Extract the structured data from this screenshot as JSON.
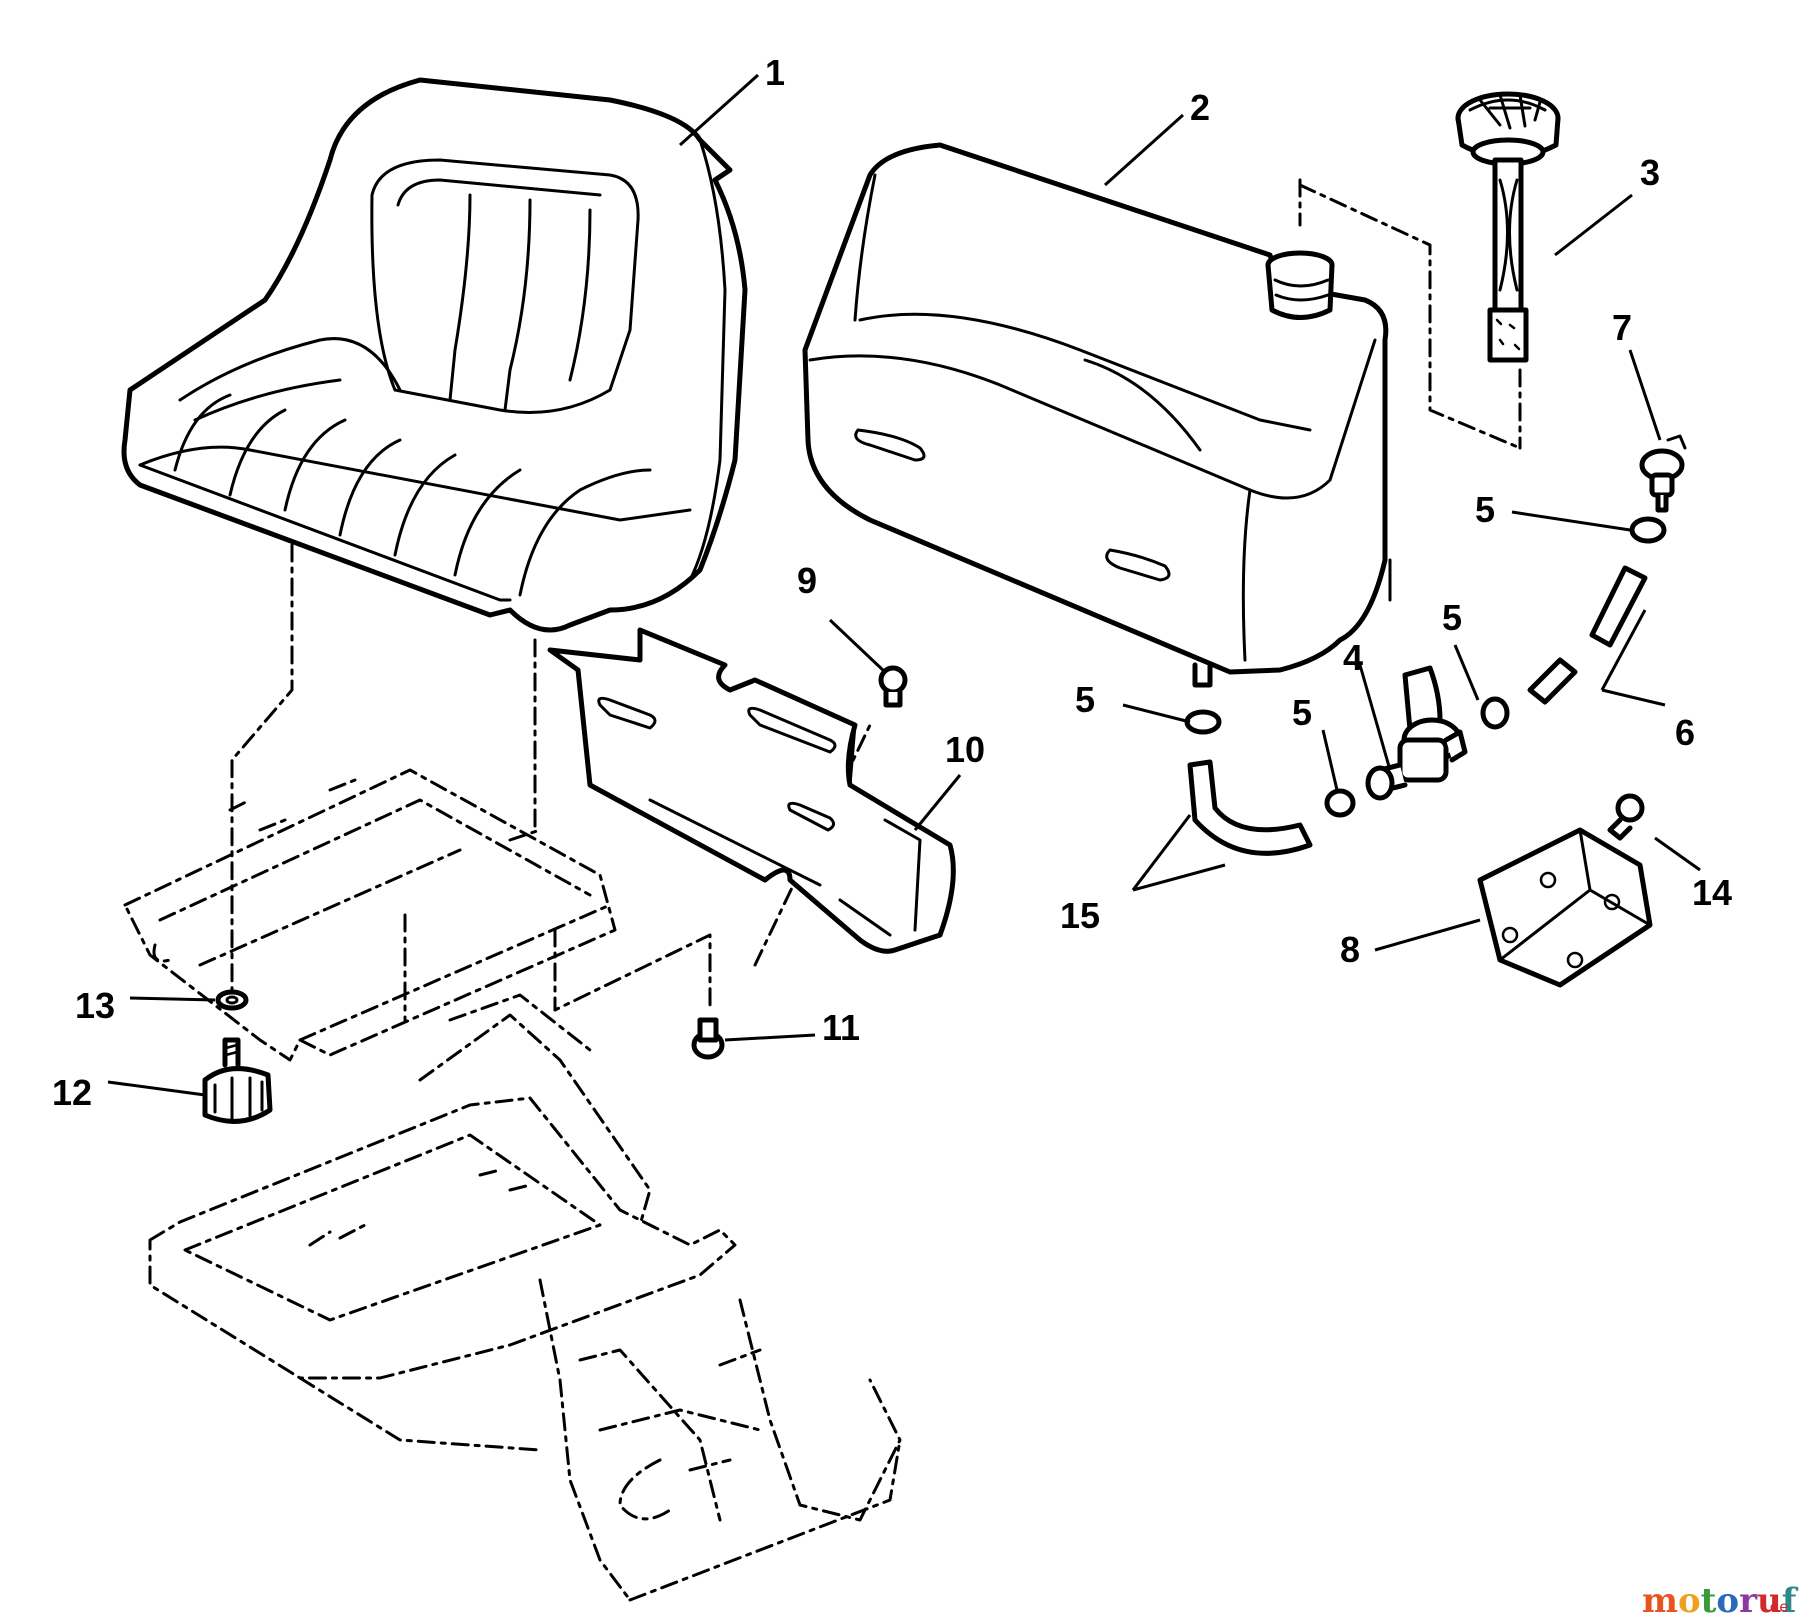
{
  "diagram": {
    "title": "Seat and fuel tank exploded parts view",
    "callouts": [
      {
        "id": "c1",
        "label": "1"
      },
      {
        "id": "c2",
        "label": "2"
      },
      {
        "id": "c3",
        "label": "3"
      },
      {
        "id": "c4",
        "label": "4"
      },
      {
        "id": "c5a",
        "label": "5"
      },
      {
        "id": "c5b",
        "label": "5"
      },
      {
        "id": "c5c",
        "label": "5"
      },
      {
        "id": "c5d",
        "label": "5"
      },
      {
        "id": "c6",
        "label": "6"
      },
      {
        "id": "c7",
        "label": "7"
      },
      {
        "id": "c8",
        "label": "8"
      },
      {
        "id": "c9",
        "label": "9"
      },
      {
        "id": "c10",
        "label": "10"
      },
      {
        "id": "c11",
        "label": "11"
      },
      {
        "id": "c12",
        "label": "12"
      },
      {
        "id": "c13",
        "label": "13"
      },
      {
        "id": "c14",
        "label": "14"
      },
      {
        "id": "c15",
        "label": "15"
      }
    ],
    "watermark": {
      "brand": "motoruf",
      "tld": ".de",
      "colors": [
        "#e8541e",
        "#f0a020",
        "#3a9a3a",
        "#2a6ab8",
        "#8a3aa0",
        "#d02a2a",
        "#2a8a8a"
      ]
    }
  }
}
